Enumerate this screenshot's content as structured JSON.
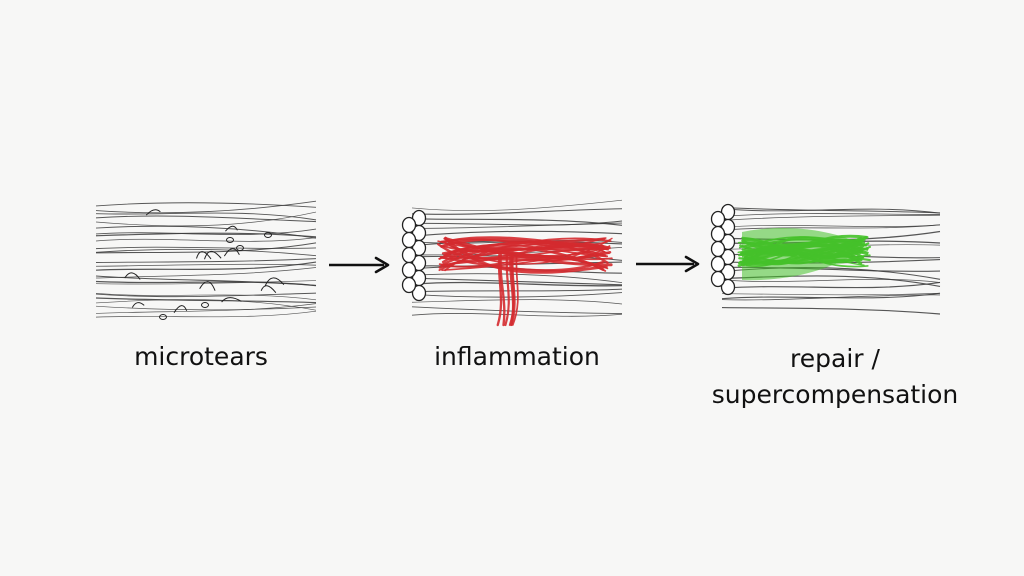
{
  "stages": [
    {
      "label": "microtears",
      "highlight": "none"
    },
    {
      "label": "inflammation",
      "highlight": "#d42a2f"
    },
    {
      "label_lines": [
        "repair /",
        "supercompensation"
      ],
      "highlight": "#45c12a"
    }
  ],
  "colors": {
    "background": "#f7f7f6",
    "ink": "#111111",
    "inflammation": "#d42a2f",
    "repair": "#45c12a"
  },
  "arrows": [
    "right-arrow",
    "right-arrow"
  ]
}
